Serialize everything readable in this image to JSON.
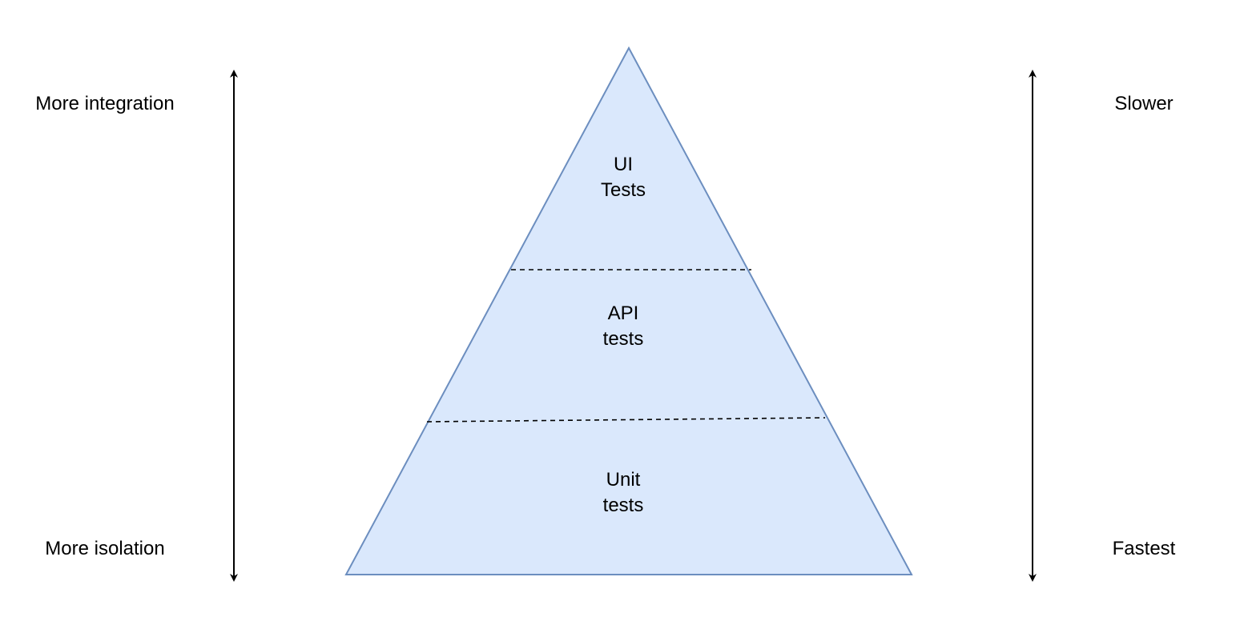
{
  "colors": {
    "pyramid_fill": "#dae8fc",
    "pyramid_stroke": "#6c8ebf",
    "arrow": "#000000",
    "divider": "#000000"
  },
  "left_axis": {
    "top_label": "More integration",
    "bottom_label": "More isolation"
  },
  "right_axis": {
    "top_label": "Slower",
    "bottom_label": "Fastest"
  },
  "pyramid": {
    "layers": [
      {
        "line1": "UI",
        "line2": "Tests"
      },
      {
        "line1": "API",
        "line2": "tests"
      },
      {
        "line1": "Unit",
        "line2": "tests"
      }
    ]
  }
}
